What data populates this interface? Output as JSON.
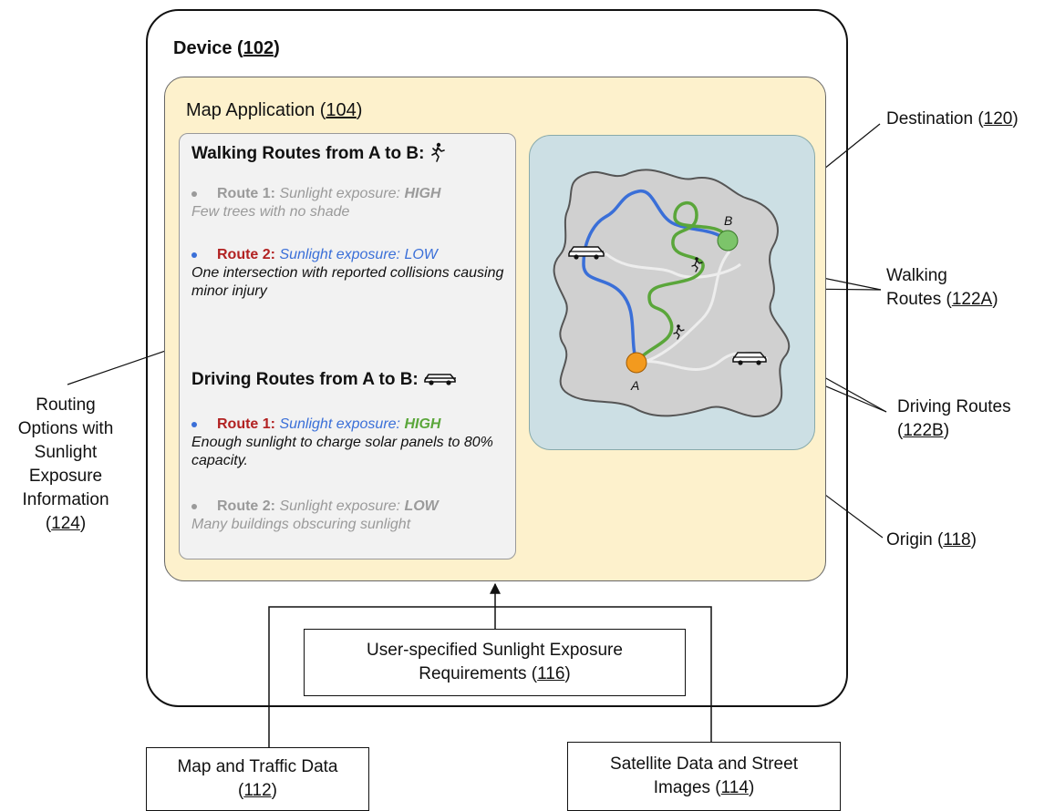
{
  "device": {
    "title": "Device (",
    "ref": "102",
    "close": ")"
  },
  "map_app": {
    "title": "Map Application (",
    "ref": "104",
    "close": ")"
  },
  "walking": {
    "title": "Walking Routes from A to B:",
    "routes": [
      {
        "name": "Route 1:",
        "exposure_label": "Sunlight exposure:",
        "exposure": "HIGH",
        "note": "Few trees with no shade"
      },
      {
        "name": "Route 2:",
        "exposure_label": "Sunlight exposure:",
        "exposure": "LOW",
        "note": "One intersection with reported collisions causing minor injury"
      }
    ]
  },
  "driving": {
    "title": "Driving Routes from A to B:",
    "routes": [
      {
        "name": "Route 1:",
        "exposure_label": "Sunlight exposure:",
        "exposure": "HIGH",
        "note": "Enough sunlight to charge solar panels to 80% capacity."
      },
      {
        "name": "Route 2:",
        "exposure_label": "Sunlight exposure:",
        "exposure": "LOW",
        "note": "Many buildings obscuring sunlight"
      }
    ]
  },
  "map_labels": {
    "a": "A",
    "b": "B"
  },
  "callouts": {
    "destination": {
      "text": "Destination (",
      "ref": "120",
      "close": ")"
    },
    "walking_routes": {
      "line1": "Walking",
      "line2": "Routes (",
      "ref": "122A",
      "close": ")"
    },
    "driving_routes": {
      "line1": "Driving Routes",
      "open": "(",
      "ref": "122B",
      "close": ")"
    },
    "origin": {
      "text": "Origin (",
      "ref": "118",
      "close": ")"
    },
    "routing_options": {
      "lines": [
        "Routing",
        "Options with",
        "Sunlight",
        "Exposure",
        "Information"
      ],
      "open": "(",
      "ref": "124",
      "close": ")"
    }
  },
  "requirements": {
    "line1": "User-specified Sunlight Exposure",
    "line2": "Requirements (",
    "ref": "116",
    "close": ")"
  },
  "map_traffic": {
    "line1": "Map and Traffic Data",
    "open": "(",
    "ref": "112",
    "close": ")"
  },
  "satellite": {
    "line1": "Satellite Data and Street",
    "line2": "Images (",
    "ref": "114",
    "close": ")"
  },
  "colors": {
    "app_bg": "#fdf1cc",
    "panel_bg": "#f2f2f2",
    "map_bg": "#ccdfe4",
    "blue_route": "#3a6fd8",
    "green_route": "#5aa63a",
    "red_name": "#b22222",
    "gray_text": "#9a9a9a",
    "origin": "#f39a1e",
    "destination": "#7cc46a"
  },
  "icons": [
    "walking-person-icon",
    "car-icon"
  ]
}
